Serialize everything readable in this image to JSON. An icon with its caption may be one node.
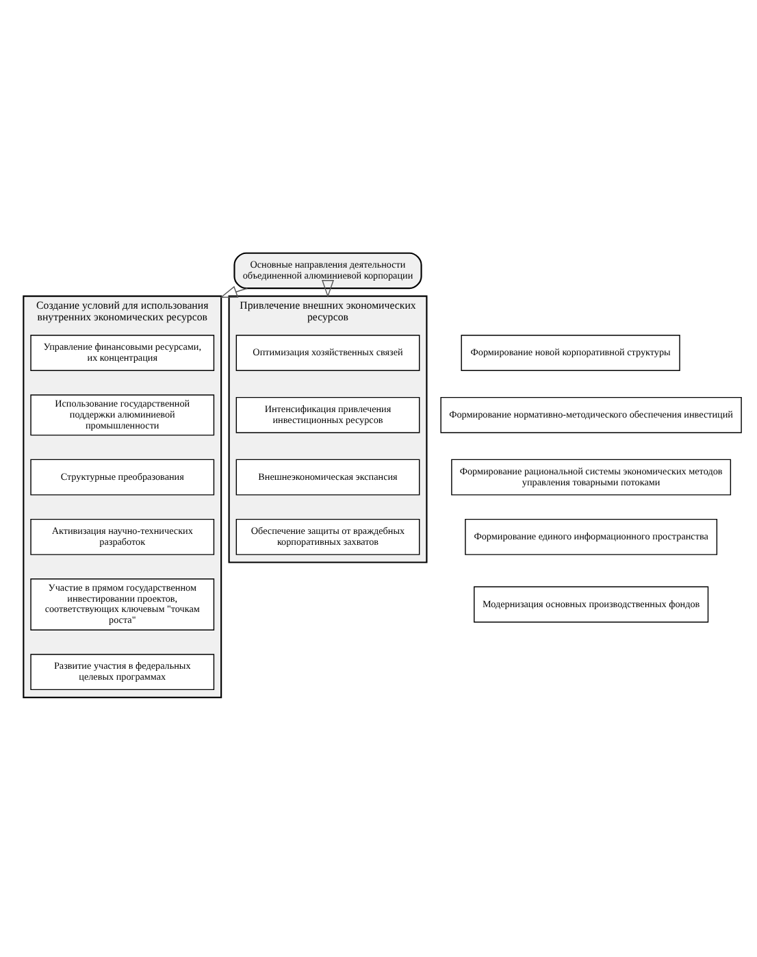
{
  "diagram": {
    "nodes": [
      {
        "text": [
          "Основные направления деятельности объединенной алюминиевой корпорации"
        ]
      },
      {
        "text": [
          "Создание условий для использования внутренних экономических ресурсов"
        ]
      },
      {
        "text": [
          "Привлечение внешних экономических ресурсов"
        ]
      },
      {
        "text": [
          "Формирование новой корпоративной структуры"
        ]
      },
      {
        "text": [
          "Формирование нормативно-методического обеспечения инвестиций"
        ]
      },
      {
        "text": [
          "Формирование рациональной системы экономических методов управления товарными потоками"
        ]
      },
      {
        "text": [
          "Формирование единого информационного пространства"
        ]
      },
      {
        "text": [
          "Модернизация основных производственных фондов"
        ]
      },
      {
        "text": [
          "Управление финансовыми ресурсами, их концентрация"
        ],
        "in": 1
      },
      {
        "text": [
          "Использование государственной поддержки алюминиевой промышленности"
        ],
        "in": 1
      },
      {
        "text": [
          "Структурные преобразования"
        ],
        "in": 1
      },
      {
        "text": [
          "Активизация научно-технических разработок"
        ],
        "in": 1
      },
      {
        "text": [
          "Участие в прямом государственном инвестировании проектов, соответствующих ключевым \"точкам роста\""
        ],
        "in": 1
      },
      {
        "text": [
          "Развитие участия в федеральных целевых программах"
        ],
        "in": 1
      },
      {
        "text": [
          "Оптимизация хозяйственных связей"
        ],
        "in": 2
      },
      {
        "text": [
          "Интенсификация привлечения инвестиционных ресурсов"
        ],
        "in": 2
      },
      {
        "text": [
          "Внешнеэкономическая экспансия"
        ],
        "in": 2
      },
      {
        "text": [
          "Обеспечение защиты от враждебных корпоративных захватов"
        ],
        "in": 2
      }
    ],
    "edges": [
      {
        "from": 0,
        "to": 1,
        "arrow": "to"
      },
      {
        "from": 0,
        "to": 2,
        "arrow": "to"
      }
    ]
  }
}
